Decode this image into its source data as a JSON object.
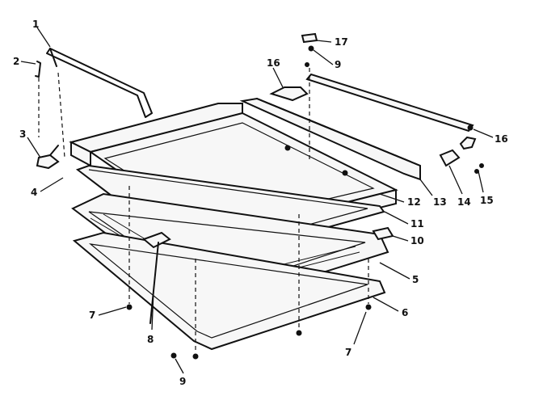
{
  "callouts": [
    {
      "id": "c1",
      "label": "1"
    },
    {
      "id": "c2",
      "label": "2"
    },
    {
      "id": "c3",
      "label": "3"
    },
    {
      "id": "c4",
      "label": "4"
    },
    {
      "id": "c5",
      "label": "5"
    },
    {
      "id": "c6",
      "label": "6"
    },
    {
      "id": "c7a",
      "label": "7"
    },
    {
      "id": "c7b",
      "label": "7"
    },
    {
      "id": "c8",
      "label": "8"
    },
    {
      "id": "c9a",
      "label": "9"
    },
    {
      "id": "c9b",
      "label": "9"
    },
    {
      "id": "c10",
      "label": "10"
    },
    {
      "id": "c11",
      "label": "11"
    },
    {
      "id": "c12",
      "label": "12"
    },
    {
      "id": "c13",
      "label": "13"
    },
    {
      "id": "c14",
      "label": "14"
    },
    {
      "id": "c15",
      "label": "15"
    },
    {
      "id": "c16a",
      "label": "16"
    },
    {
      "id": "c16b",
      "label": "16"
    },
    {
      "id": "c17",
      "label": "17"
    }
  ]
}
